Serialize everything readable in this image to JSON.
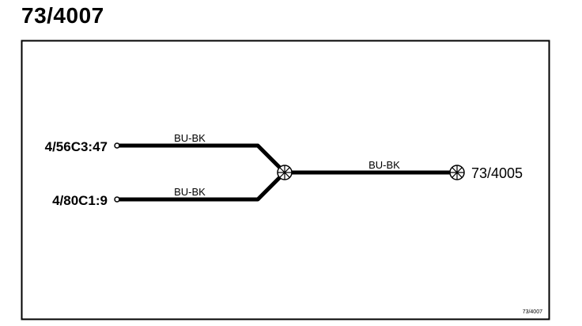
{
  "title": "73/4007",
  "footer_ref": "73/4007",
  "connectors": [
    {
      "id": "c1",
      "label": "4/56C3:47"
    },
    {
      "id": "c2",
      "label": "4/80C1:9"
    }
  ],
  "splice": {
    "target_label": "73/4005"
  },
  "wires": [
    {
      "from": "4/56C3:47",
      "color_code": "BU-BK"
    },
    {
      "from": "4/80C1:9",
      "color_code": "BU-BK"
    },
    {
      "from": "splice",
      "to": "73/4005",
      "color_code": "BU-BK"
    }
  ],
  "colors": {
    "line": "#000000",
    "background": "#ffffff"
  }
}
